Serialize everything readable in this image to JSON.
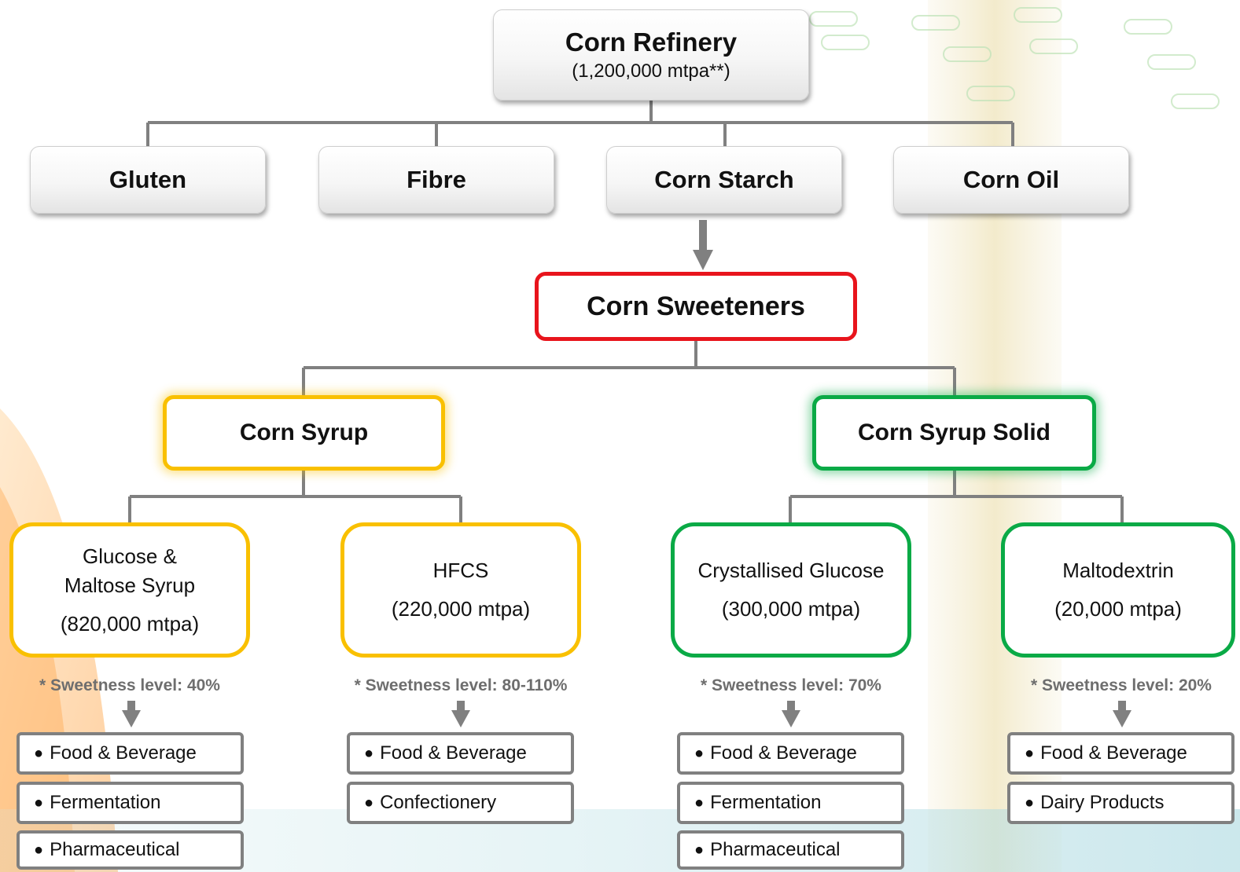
{
  "colors": {
    "connector": "#808080",
    "red": "#e8141c",
    "yellow": "#f9c000",
    "green": "#0aaa46"
  },
  "root": {
    "title": "Corn Refinery",
    "subtitle": "(1,200,000 mtpa**)"
  },
  "outputs": [
    "Gluten",
    "Fibre",
    "Corn Starch",
    "Corn Oil"
  ],
  "sweeteners": "Corn Sweeteners",
  "groups": {
    "syrup": "Corn Syrup",
    "solid": "Corn Syrup Solid"
  },
  "products": [
    {
      "name_line1": "Glucose  &",
      "name_line2": "Maltose Syrup",
      "capacity": "(820,000 mtpa)",
      "sweetness": "* Sweetness level: 40%",
      "applications": [
        "Food & Beverage",
        "Fermentation",
        "Pharmaceutical"
      ]
    },
    {
      "name_line1": "",
      "name_line2": "HFCS",
      "capacity": "(220,000 mtpa)",
      "sweetness": "* Sweetness level: 80-110%",
      "applications": [
        "Food & Beverage",
        "Confectionery"
      ]
    },
    {
      "name_line1": "",
      "name_line2": "Crystallised Glucose",
      "capacity": "(300,000 mtpa)",
      "sweetness": "* Sweetness level: 70%",
      "applications": [
        "Food & Beverage",
        "Fermentation",
        "Pharmaceutical"
      ]
    },
    {
      "name_line1": "",
      "name_line2": "Maltodextrin",
      "capacity": "(20,000 mtpa)",
      "sweetness": "* Sweetness level: 20%",
      "applications": [
        "Food & Beverage",
        "Dairy Products"
      ]
    }
  ]
}
